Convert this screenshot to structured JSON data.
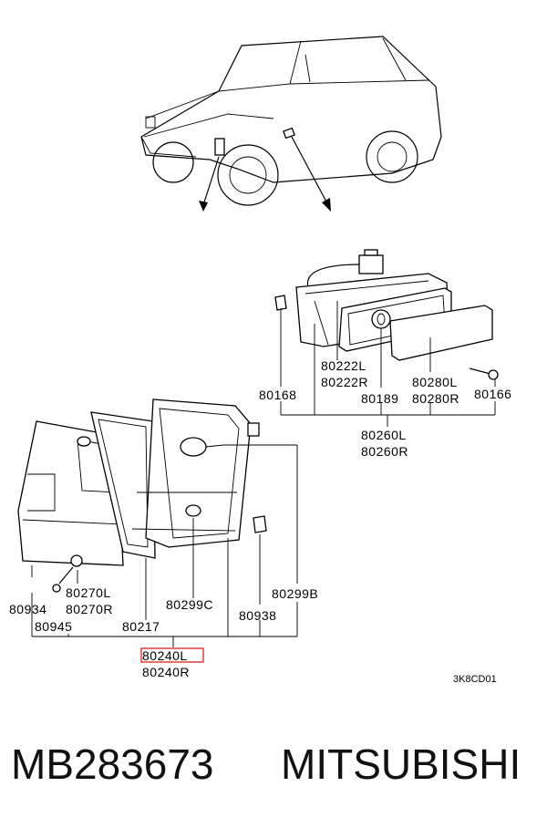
{
  "labels": {
    "p80222": [
      "80222L",
      "80222R"
    ],
    "p80280": [
      "80280L",
      "80280R"
    ],
    "p80168": "80168",
    "p80189": "80189",
    "p80166": "80166",
    "p80260": [
      "80260L",
      "80260R"
    ],
    "p80934": "80934",
    "p80270": [
      "80270L",
      "80270R"
    ],
    "p80945": "80945",
    "p80299C": "80299C",
    "p80299B": "80299B",
    "p80938": "80938",
    "p80217": "80217",
    "p80240": [
      "80240L",
      "80240R"
    ],
    "code": "3K8CD01"
  },
  "highlight_label": "80240L",
  "caption": {
    "part_number": "MB283673",
    "brand": "MITSUBISHI"
  },
  "colors": {
    "highlight": "#e03030",
    "line": "#000000"
  }
}
